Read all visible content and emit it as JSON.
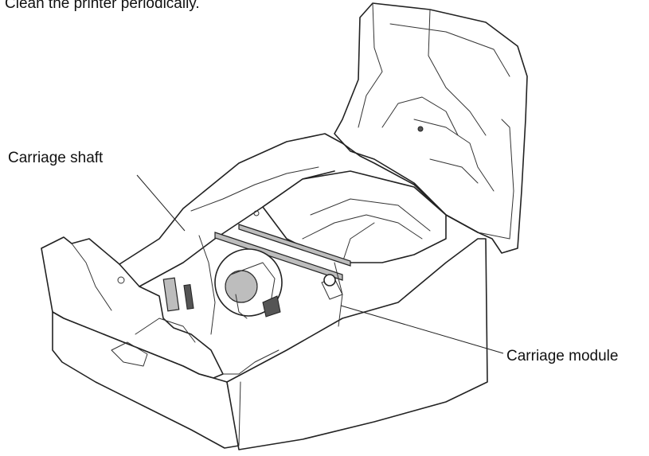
{
  "caption": "Clean the printer periodically.",
  "labels": {
    "carriage_shaft": "Carriage shaft",
    "carriage_module": "Carriage module"
  }
}
